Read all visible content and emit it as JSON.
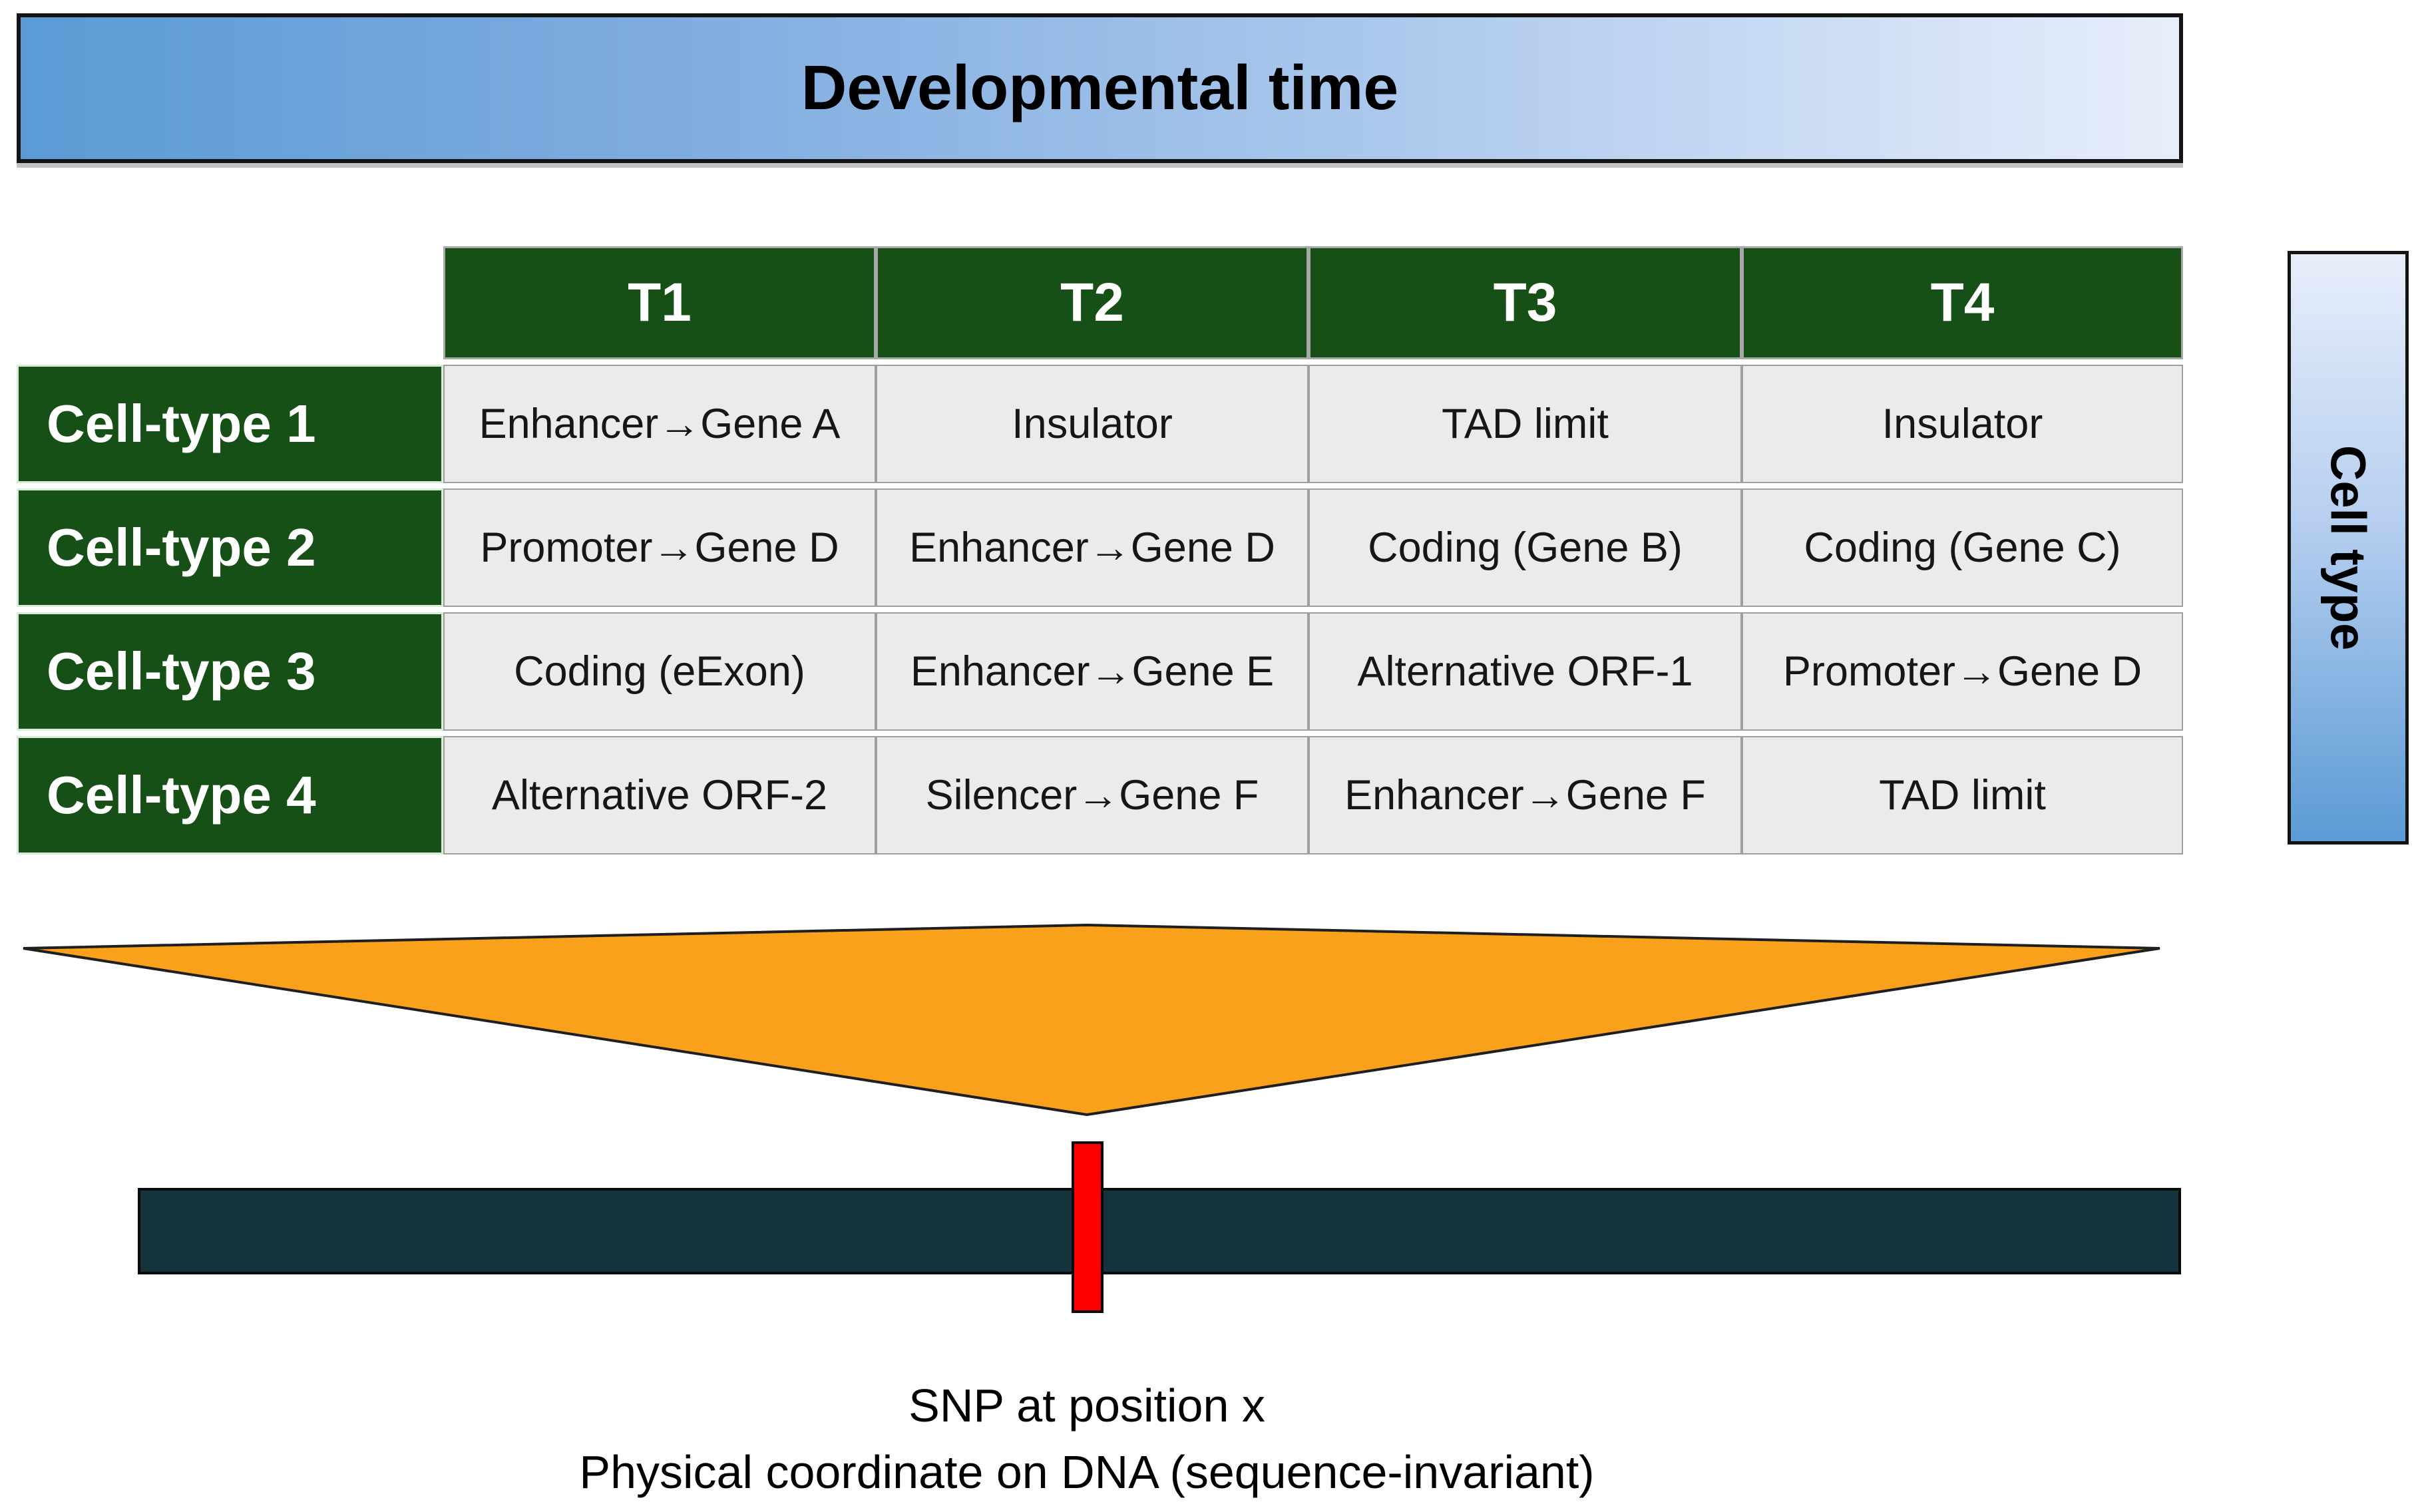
{
  "top_banner": {
    "label": "Developmental time"
  },
  "right_banner": {
    "label": "Cell type"
  },
  "table": {
    "column_headers": [
      "T1",
      "T2",
      "T3",
      "T4"
    ],
    "rows": [
      {
        "label": "Cell-type 1",
        "cells": [
          "Enhancer→Gene A",
          "Insulator",
          "TAD limit",
          "Insulator"
        ]
      },
      {
        "label": "Cell-type 2",
        "cells": [
          "Promoter→Gene D",
          "Enhancer→Gene D",
          "Coding (Gene B)",
          "Coding (Gene C)"
        ]
      },
      {
        "label": "Cell-type 3",
        "cells": [
          "Coding (eExon)",
          "Enhancer→Gene E",
          "Alternative ORF-1",
          "Promoter→Gene D"
        ]
      },
      {
        "label": "Cell-type 4",
        "cells": [
          "Alternative ORF-2",
          "Silencer→Gene F",
          "Enhancer→Gene F",
          "TAD limit"
        ]
      }
    ]
  },
  "annotation": {
    "line1": "SNP at position x",
    "line2": "Physical coordinate on DNA (sequence-invariant)"
  },
  "colors": {
    "green": "#165016",
    "blue_dark": "#5b9bd5",
    "blue_light": "#e7eefb",
    "orange": "#f9a11b",
    "bar": "#15333b",
    "red": "#ff0000",
    "cell_bg": "#ebebeb"
  }
}
